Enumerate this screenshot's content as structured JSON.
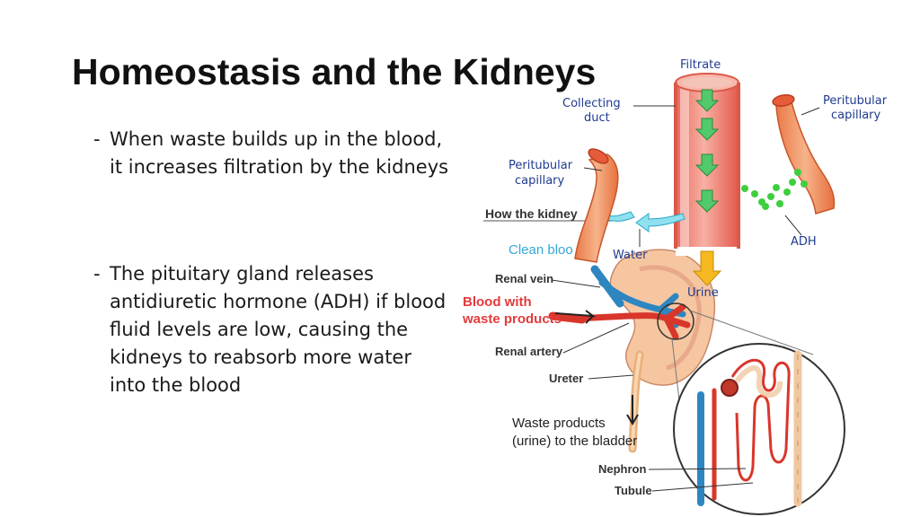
{
  "slide": {
    "title": "Homeostasis and the Kidneys",
    "bullets": [
      {
        "marker": "-",
        "text": "When waste builds up in the blood, it increases filtration by the kidneys"
      },
      {
        "marker": "-",
        "text": "The pituitary gland releases antidiuretic hormone (ADH) if blood fluid levels are low, causing the kidneys to reabsorb more water into the blood"
      }
    ]
  },
  "diagram": {
    "labels": {
      "filtrate": "Filtrate",
      "collecting_duct_1": "Collecting",
      "collecting_duct_2": "duct",
      "peritubular_right_1": "Peritubular",
      "peritubular_right_2": "capillary",
      "peritubular_left_1": "Peritubular",
      "peritubular_left_2": "capillary",
      "adh": "ADH",
      "water": "Water",
      "urine": "Urine",
      "how_the_kidneys": "How the kidney",
      "clean_blood": "Clean bloo",
      "renal_vein": "Renal vein",
      "blood_with": "Blood with",
      "waste_products": "waste products",
      "renal_artery": "Renal artery",
      "ureter": "Ureter",
      "waste_to_bladder_1": "Waste products",
      "waste_to_bladder_2": "(urine) to the bladder",
      "nephron": "Nephron",
      "tubule": "Tubule"
    },
    "colors": {
      "duct": "#f0887a",
      "capillary": "#f09a6a",
      "adh_dots": "#3ecf3e",
      "water_arrow": "#5ac8e6",
      "urine_arrow": "#f5b820",
      "label_blue": "#1f3b8f",
      "vein_blue": "#2e86c1",
      "artery_red": "#d9362b",
      "kidney": "#f6c6a0"
    }
  }
}
